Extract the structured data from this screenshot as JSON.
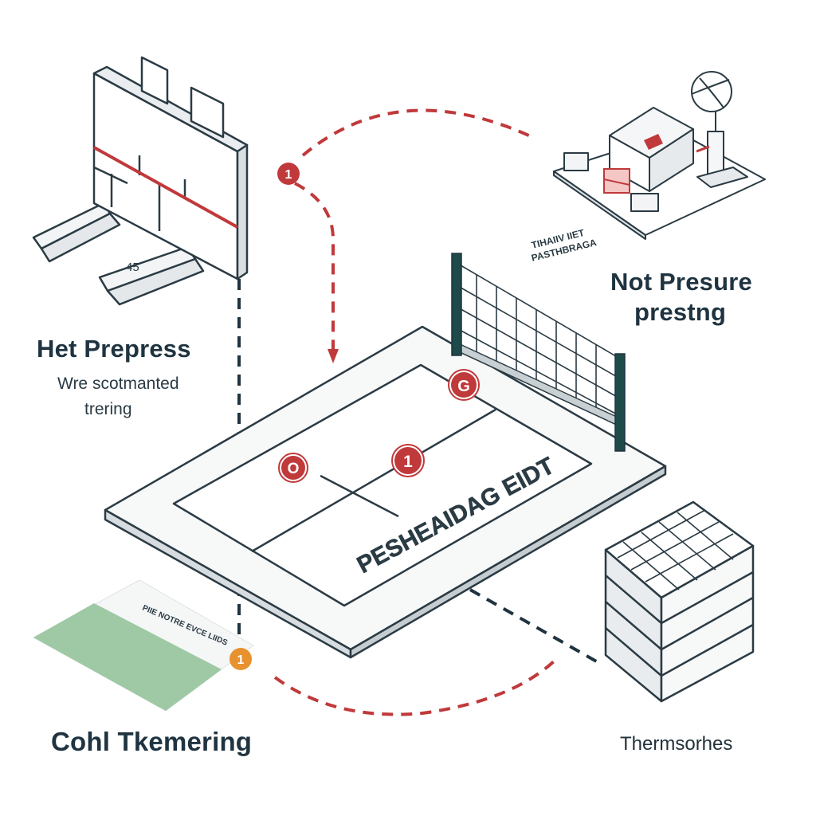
{
  "labels": {
    "hot_prepress_title": "Het Prepress",
    "hot_prepress_sub1": "Wre scotmanted",
    "hot_prepress_sub2": "trering",
    "not_pressure_line1": "Not Presure",
    "not_pressure_line2": "prestng",
    "cold_tkemering": "Cohl Tkemering",
    "thermsorhes": "Thermsorhes"
  },
  "figure_text": {
    "press_number": "45",
    "court_text": "PESHEAIDAG EIDT",
    "station_caption_line1": "TIHAIIV IIET",
    "station_caption_line2": "PASTHBRAGA",
    "sheet_text": "PIIE NOTRE EVCE LIIDS"
  },
  "markers": {
    "top": "1",
    "court_left": "O",
    "court_center": "1",
    "court_corner": "G",
    "bottom": "1"
  },
  "colors": {
    "navy": "#1f3340",
    "red": "#c0393b",
    "orange": "#e8912f",
    "green": "#9ec9a4",
    "line": "#2b3b44"
  }
}
